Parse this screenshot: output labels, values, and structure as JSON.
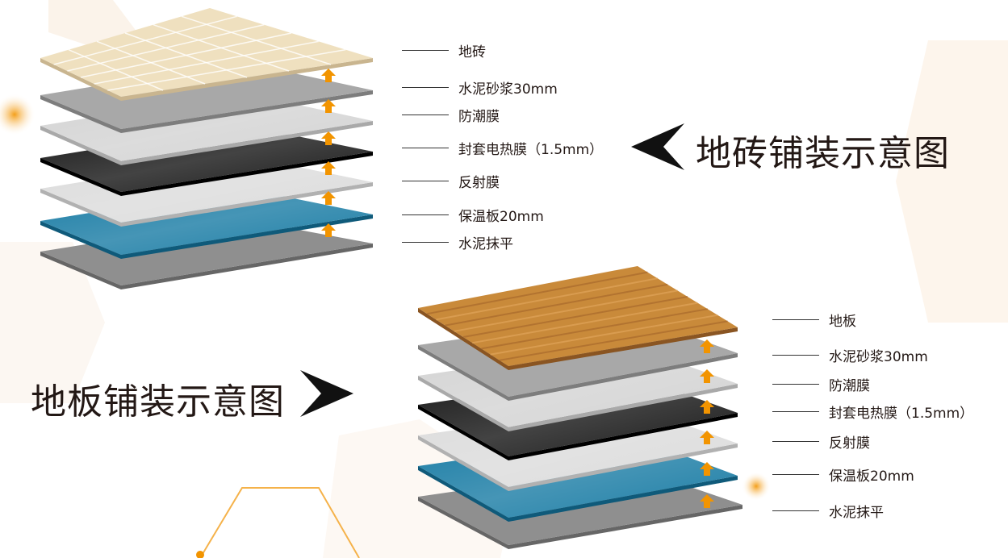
{
  "colors": {
    "accent_orange": "#f29400",
    "text": "#231815",
    "hexagon_faint": "#fdf3e8",
    "blue_board": "#1c7fa6",
    "black_film": "#141414",
    "light_gray": "#d2d2d2",
    "concrete": "#9a9a9a"
  },
  "tile_section": {
    "title": "地砖铺装示意图",
    "pointer_icon": "left-arrowhead-icon",
    "layers": [
      {
        "label": "地砖"
      },
      {
        "label": "水泥砂浆30mm"
      },
      {
        "label": "防潮膜"
      },
      {
        "label": "封套电热膜（1.5mm）"
      },
      {
        "label": "反射膜"
      },
      {
        "label": "保温板20mm"
      },
      {
        "label": "水泥抹平"
      }
    ]
  },
  "wood_section": {
    "title": "地板铺装示意图",
    "pointer_icon": "right-arrowhead-icon",
    "layers": [
      {
        "label": "地板"
      },
      {
        "label": "水泥砂浆30mm"
      },
      {
        "label": "防潮膜"
      },
      {
        "label": "封套电热膜（1.5mm）"
      },
      {
        "label": "反射膜"
      },
      {
        "label": "保温板20mm"
      },
      {
        "label": "水泥抹平"
      }
    ]
  }
}
